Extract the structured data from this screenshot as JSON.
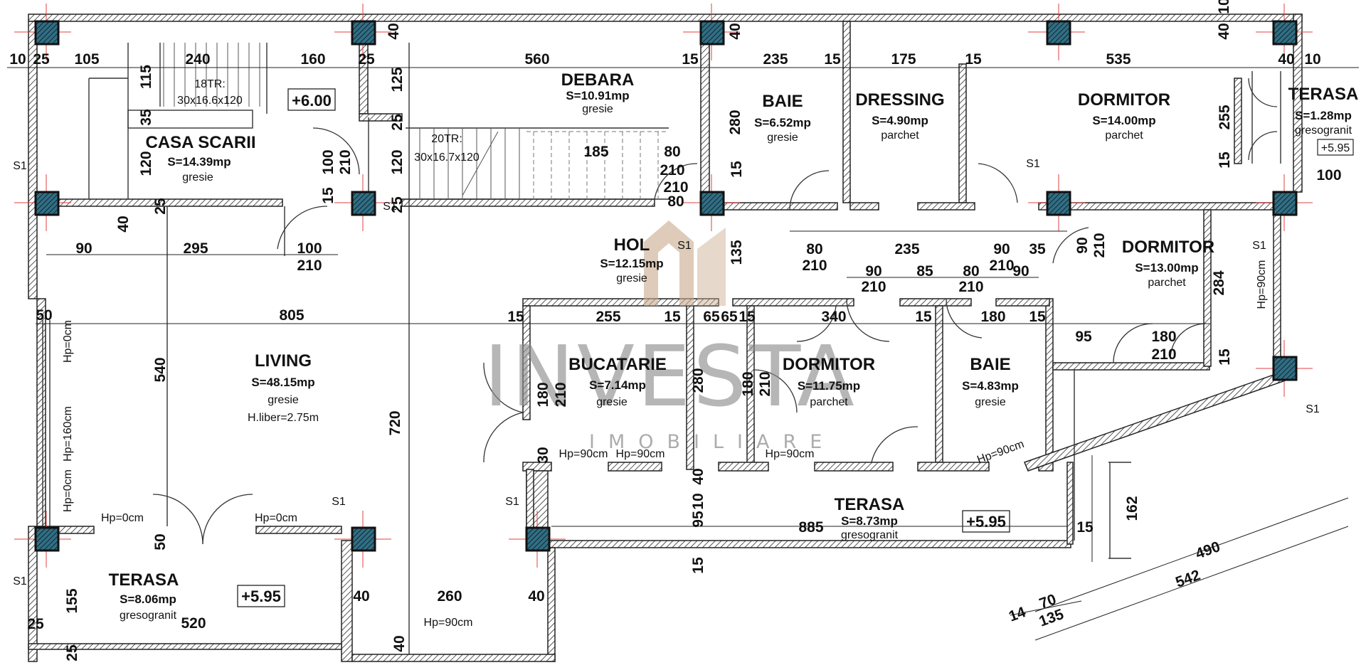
{
  "rooms": {
    "debara": {
      "name": "DEBARA",
      "area": "S=10.91mp",
      "floor": "gresie"
    },
    "baie1": {
      "name": "BAIE",
      "area": "S=6.52mp",
      "floor": "gresie"
    },
    "dressing": {
      "name": "DRESSING",
      "area": "S=4.90mp",
      "floor": "parchet"
    },
    "dormitor1": {
      "name": "DORMITOR",
      "area": "S=14.00mp",
      "floor": "parchet"
    },
    "terasa_small": {
      "name": "TERASA",
      "area": "S=1.28mp",
      "floor": "gresogranit",
      "level": "+5.95"
    },
    "casa_scarii": {
      "name": "CASA SCARII",
      "area": "S=14.39mp",
      "floor": "gresie"
    },
    "hol": {
      "name": "HOL",
      "area": "S=12.15mp",
      "floor": "gresie"
    },
    "dormitor2": {
      "name": "DORMITOR",
      "area": "S=13.00mp",
      "floor": "parchet"
    },
    "living": {
      "name": "LIVING",
      "area": "S=48.15mp",
      "floor": "gresie",
      "height": "H.liber=2.75m"
    },
    "bucatarie": {
      "name": "BUCATARIE",
      "area": "S=7.14mp",
      "floor": "gresie"
    },
    "dormitor3": {
      "name": "DORMITOR",
      "area": "S=11.75mp",
      "floor": "parchet"
    },
    "baie2": {
      "name": "BAIE",
      "area": "S=4.83mp",
      "floor": "gresie"
    },
    "terasa_mid": {
      "name": "TERASA",
      "area": "S=8.73mp",
      "floor": "gresogranit",
      "level": "+5.95"
    },
    "terasa_left": {
      "name": "TERASA",
      "area": "S=8.06mp",
      "floor": "gresogranit",
      "level": "+5.95"
    }
  },
  "stairs": {
    "upper": {
      "steps": "18TR:",
      "size": "30x16.6x120"
    },
    "lower": {
      "steps": "20TR:",
      "size": "30x16.7x120"
    }
  },
  "level_main": "+6.00",
  "watermark": {
    "brand": "INVESTA",
    "sub": "IMOBILIARE"
  },
  "column_tag": "S1",
  "window_labels": {
    "hp0": "Hp=0cm",
    "hp90": "Hp=90cm",
    "hp160": "Hp=160cm"
  },
  "dimensions": {
    "top": [
      "10",
      "25",
      "105",
      "240",
      "160",
      "25",
      "560",
      "15",
      "235",
      "15",
      "175",
      "15",
      "535",
      "40",
      "10"
    ],
    "top_v": [
      "40",
      "40",
      "40",
      "10"
    ],
    "misc": [
      "115",
      "35",
      "125",
      "25",
      "120",
      "25",
      "120",
      "25",
      "100",
      "210",
      "15",
      "40",
      "90",
      "295",
      "100",
      "210",
      "185",
      "80",
      "210",
      "280",
      "15",
      "135",
      "80",
      "210",
      "235",
      "90",
      "210",
      "35",
      "90",
      "210",
      "255",
      "15",
      "100",
      "284",
      "90",
      "210",
      "85",
      "80",
      "210",
      "90",
      "50",
      "805",
      "15",
      "255",
      "15",
      "65",
      "15",
      "340",
      "15",
      "180",
      "15",
      "95",
      "180",
      "210",
      "15",
      "540",
      "720",
      "180",
      "210",
      "280",
      "180",
      "210",
      "30",
      "40",
      "10",
      "95",
      "15",
      "885",
      "15",
      "162",
      "490",
      "542",
      "14",
      "70",
      "135",
      "50",
      "40",
      "260",
      "40",
      "155",
      "520",
      "25",
      "25",
      "40",
      "65",
      "80",
      "210"
    ]
  }
}
